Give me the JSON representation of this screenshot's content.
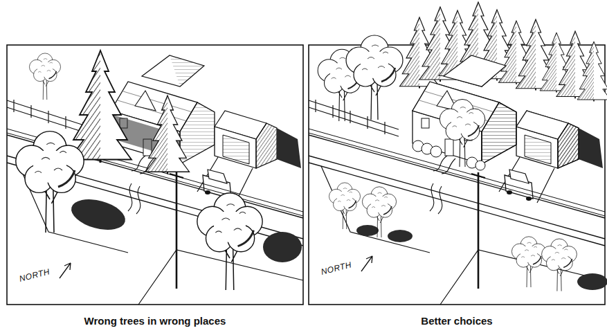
{
  "diagram": {
    "labels": [
      "NORTH",
      "NORTH",
      "Wrong trees in wrong places",
      "Better choices"
    ]
  }
}
